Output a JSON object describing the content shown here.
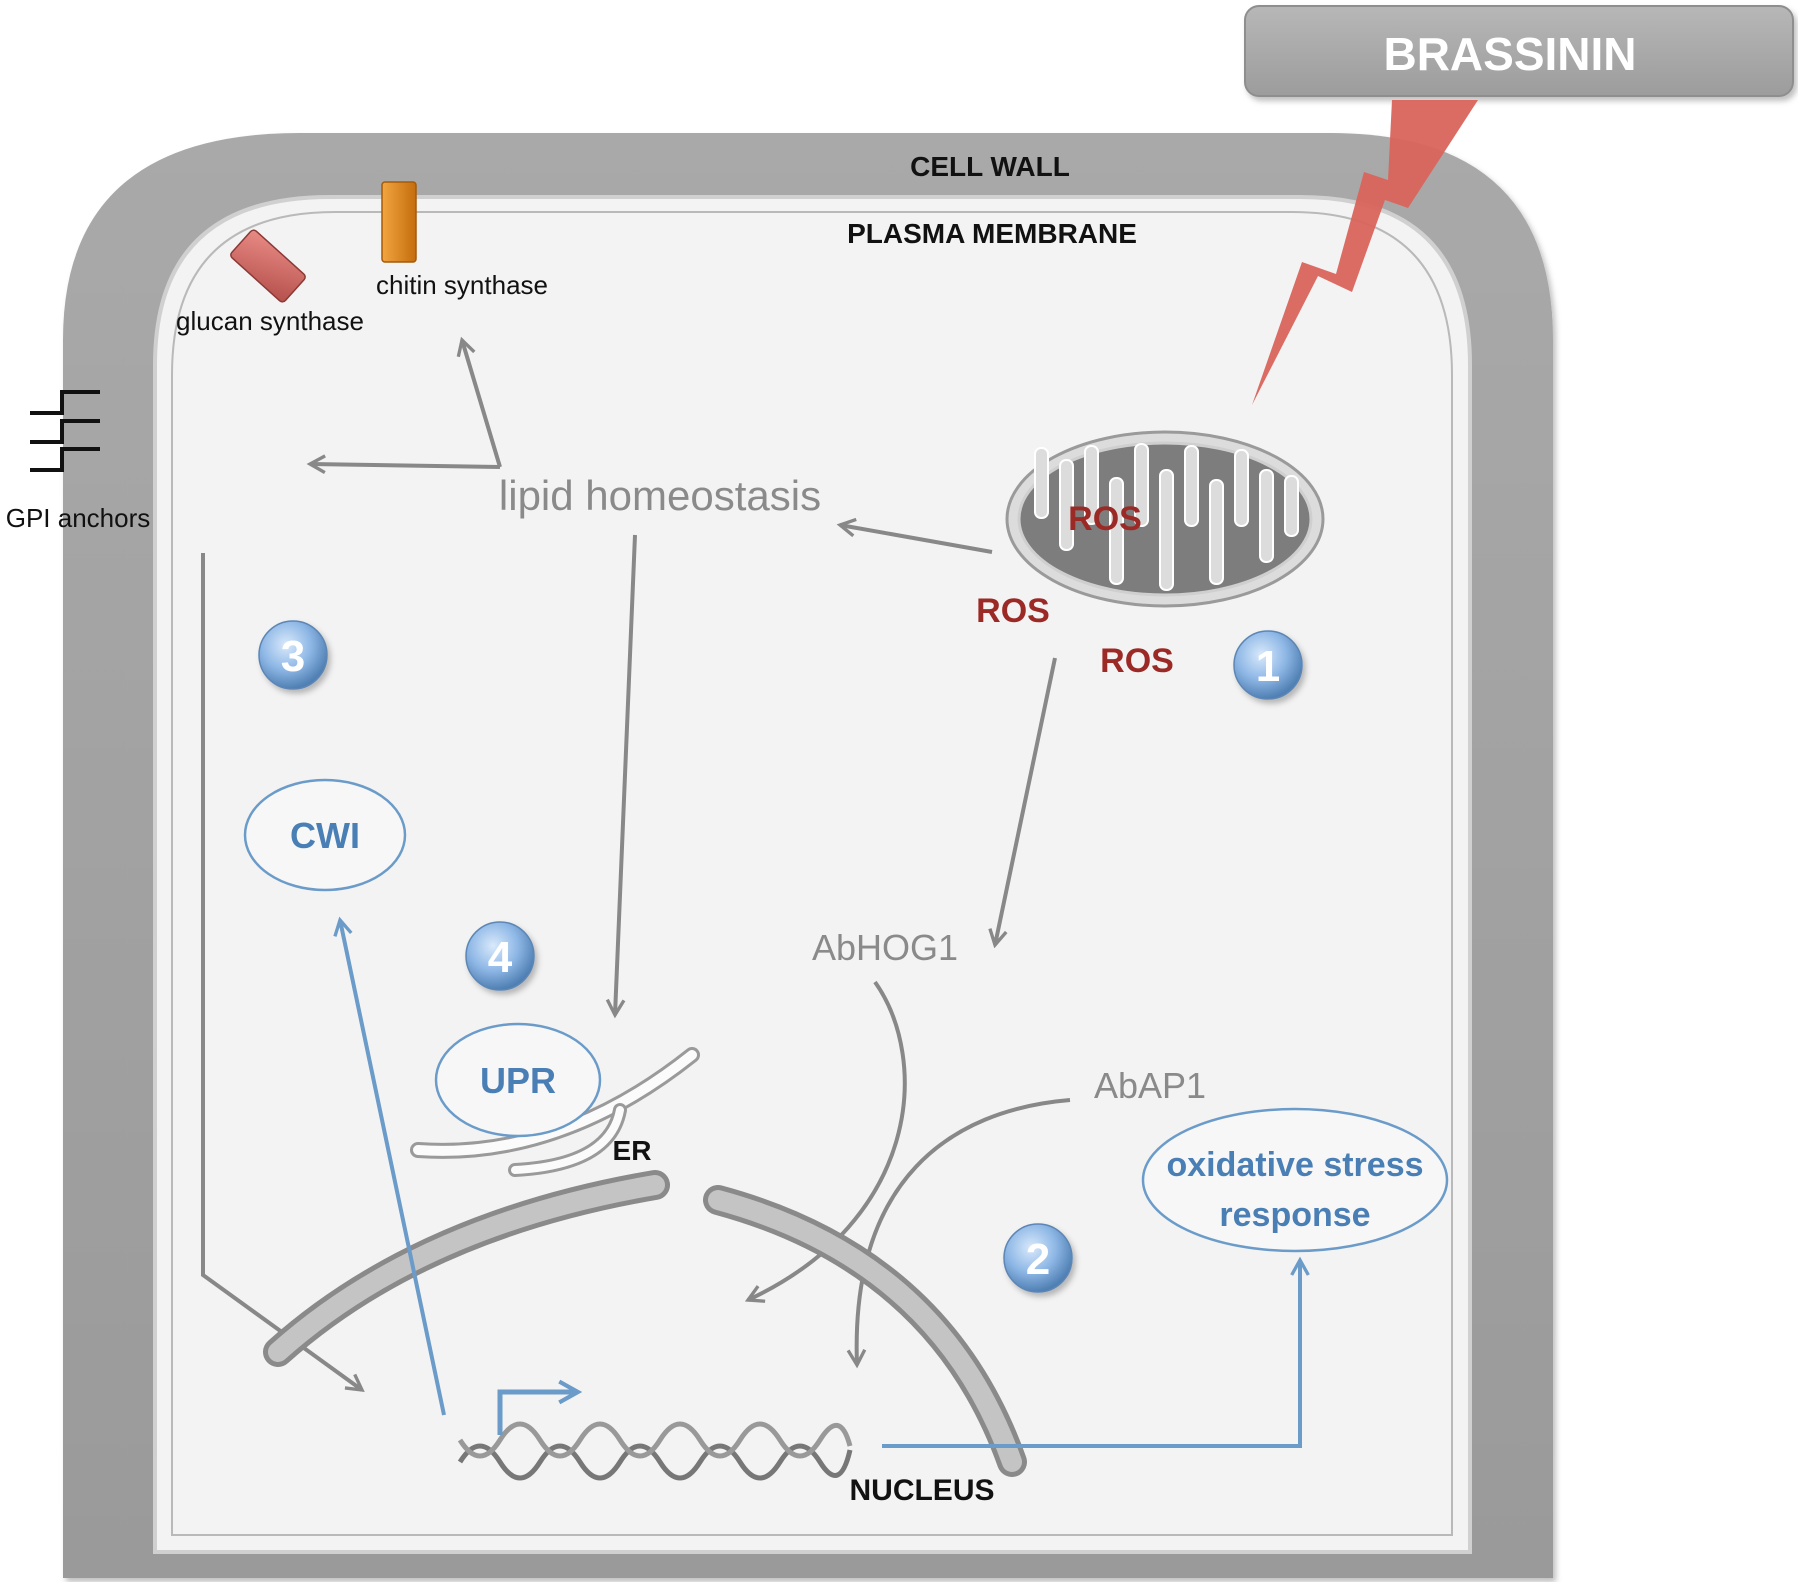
{
  "title": "BRASSININ",
  "colors": {
    "cell_wall": "#aaaaaa",
    "cytoplasm": "#f3f3f3",
    "arrow_grey": "#888888",
    "arrow_blue": "#6b9bc9",
    "label_blue": "#4a7fb5",
    "ros_red": "#9b2a26",
    "bolt": "#d9645c",
    "chitin": "#e6891c",
    "glucan": "#d66a6a",
    "badge": "#8fb8e6"
  },
  "labels": {
    "cell_wall": "CELL WALL",
    "plasma_membrane": "PLASMA MEMBRANE",
    "chitin_synthase": "chitin synthase",
    "glucan_synthase": "glucan synthase",
    "gpi_anchors": "GPI anchors",
    "lipid_homeostasis": "lipid homeostasis",
    "ros_mito": "ROS",
    "ros_1": "ROS",
    "ros_2": "ROS",
    "abhog1": "AbHOG1",
    "abap1": "AbAP1",
    "er": "ER",
    "nucleus": "NUCLEUS"
  },
  "responses": {
    "cwi": "CWI",
    "upr": "UPR",
    "oxidative_line1": "oxidative stress",
    "oxidative_line2": "response"
  },
  "badges": [
    "1",
    "2",
    "3",
    "4"
  ],
  "icons": {
    "mitochondrion": "mitochondrion-icon",
    "dna": "dna-helix-icon",
    "lightning": "lightning-bolt-icon",
    "gpi": "gpi-anchor-icon"
  }
}
